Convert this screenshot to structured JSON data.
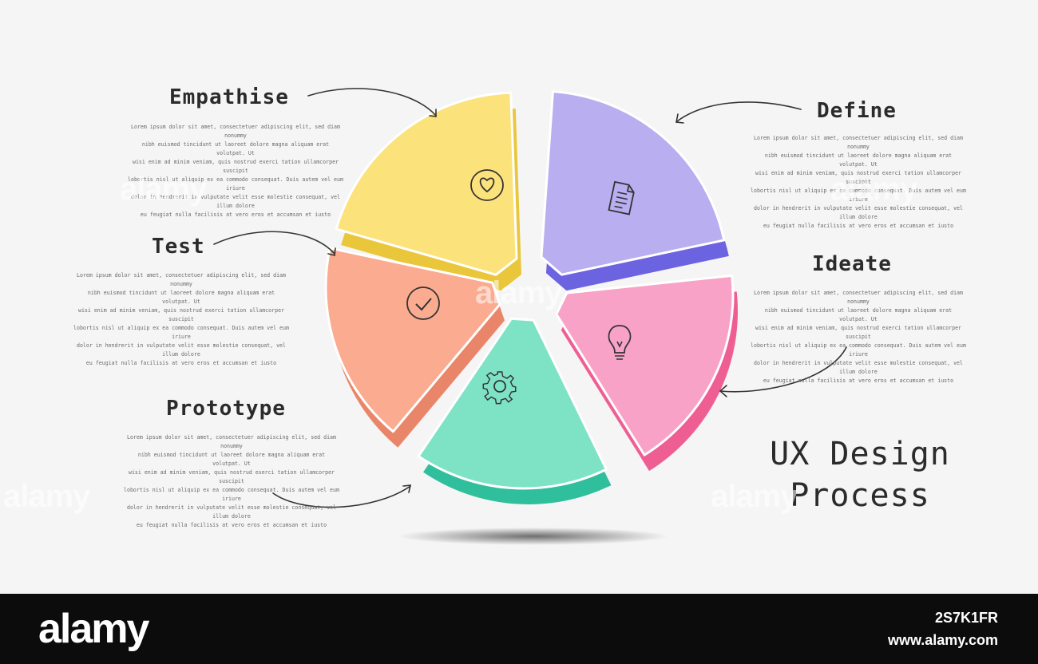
{
  "diagram": {
    "title_line1": "UX Design",
    "title_line2": "Process",
    "stages": [
      {
        "name": "Empathise",
        "icon": "heart-icon",
        "color": "#fbe27a",
        "side_color": "#e9c63a"
      },
      {
        "name": "Define",
        "icon": "document-icon",
        "color": "#b8aef0",
        "side_color": "#6c63e0"
      },
      {
        "name": "Ideate",
        "icon": "lightbulb-icon",
        "color": "#f8a2c8",
        "side_color": "#ef5e93"
      },
      {
        "name": "Prototype",
        "icon": "gear-icon",
        "color": "#7ee3c4",
        "side_color": "#2fbf9c"
      },
      {
        "name": "Test",
        "icon": "checkmark-circle-icon",
        "color": "#fbab8f",
        "side_color": "#e9866a"
      }
    ],
    "lorem": "Lorem ipsum dolor sit amet, consectetuer adipiscing elit, sed diam nonummy\nnibh euismod tincidunt ut laoreet dolore magna aliquam erat volutpat. Ut\nwisi enim ad minim veniam, quis nostrud exerci tation ullamcorper suscipit\nlobortis nisl ut aliquip ex ea commodo consequat. Duis autem vel eum iriure\ndolor in hendrerit in vulputate velit esse molestie consequat, vel illum dolore\neu feugiat nulla facilisis at vero eros et accumsan et iusto"
  },
  "watermark": {
    "brand": "alamy",
    "image_id": "2S7K1FR",
    "site": "www.alamy.com"
  }
}
